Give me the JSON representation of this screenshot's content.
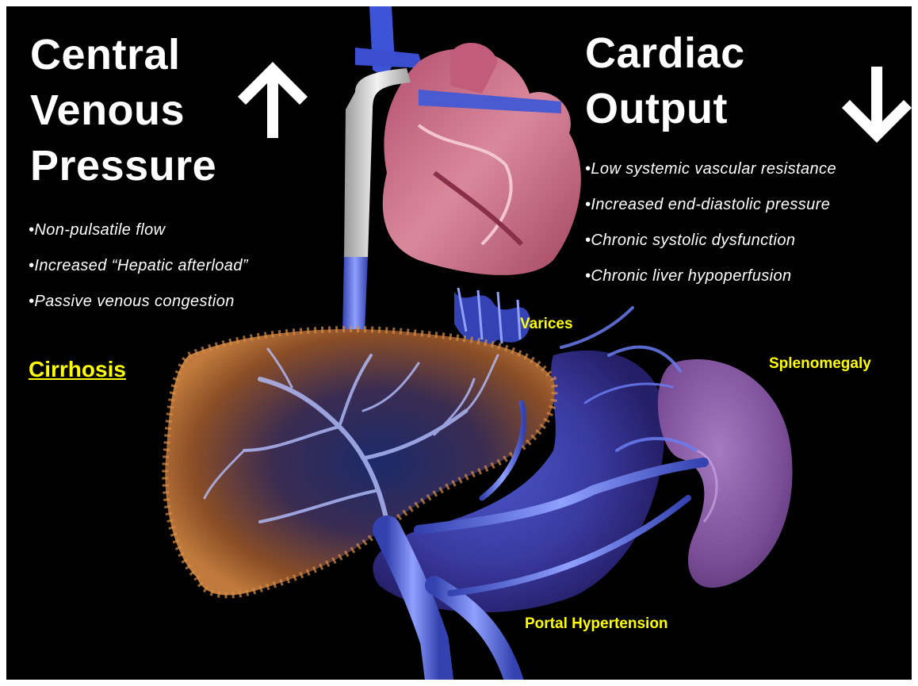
{
  "left": {
    "title_lines": [
      "Central",
      "Venous",
      "Pressure"
    ],
    "bullets": [
      "•Non-pulsatile flow",
      "•Increased “Hepatic afterload”",
      "•Passive venous congestion"
    ],
    "arrow": "up-arrow-icon"
  },
  "right": {
    "title_lines": [
      "Cardiac",
      "Output"
    ],
    "bullets": [
      "•Low systemic vascular resistance",
      "•Increased end-diastolic pressure",
      "•Chronic systolic dysfunction",
      "•Chronic liver hypoperfusion"
    ],
    "arrow": "down-arrow-icon"
  },
  "labels": {
    "cirrhosis": "Cirrhosis",
    "varices": "Varices",
    "splenomegaly": "Splenomegaly",
    "portal_hypertension": "Portal Hypertension"
  },
  "colors": {
    "background": "#000000",
    "title_text": "#ffffff",
    "label_text": "#ffff00",
    "vein": "#5566d8",
    "liver": "#a8612e",
    "heart": "#c26a82",
    "spleen": "#7a4d96"
  }
}
